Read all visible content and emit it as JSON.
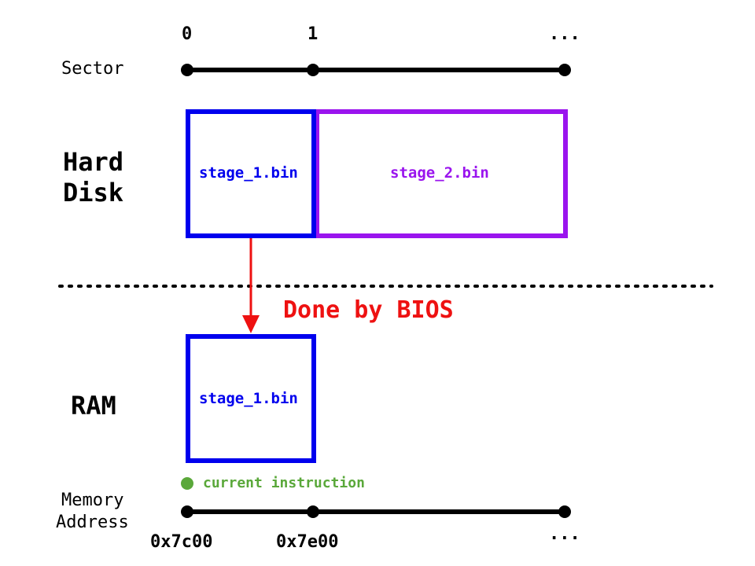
{
  "sector": {
    "label": "Sector",
    "ticks": [
      "0",
      "1",
      "..."
    ]
  },
  "hard_disk": {
    "label_line1": "Hard",
    "label_line2": "Disk",
    "stage1": "stage_1.bin",
    "stage2": "stage_2.bin"
  },
  "transfer": {
    "label": "Done by BIOS"
  },
  "ram": {
    "label": "RAM",
    "stage1": "stage_1.bin",
    "current_instruction": "current instruction"
  },
  "memory": {
    "label_line1": "Memory",
    "label_line2": "Address",
    "ticks": [
      "0x7c00",
      "0x7e00",
      "..."
    ]
  },
  "colors": {
    "stage1": "#0000ee",
    "stage2": "#9a14ee",
    "arrow": "#ee1111",
    "current": "#5aa83a",
    "text": "#000000"
  }
}
